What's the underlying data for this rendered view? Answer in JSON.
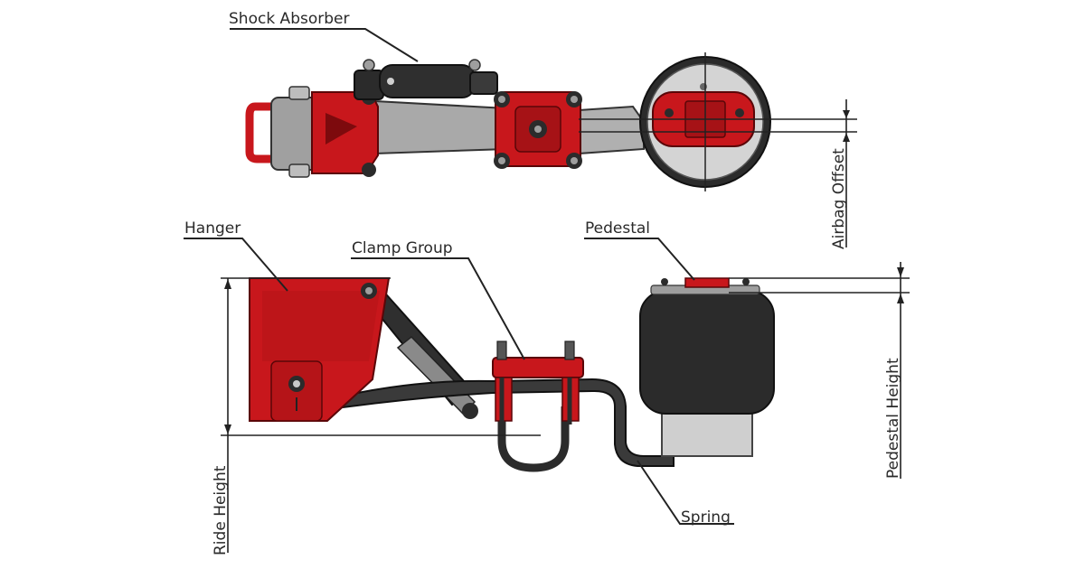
{
  "labels": {
    "shock_absorber": "Shock Absorber",
    "hanger": "Hanger",
    "clamp_group": "Clamp Group",
    "pedestal": "Pedestal",
    "spring": "Spring",
    "airbag_offset": "Airbag Offset",
    "pedestal_height": "Pedestal Height",
    "ride_height": "Ride Height"
  },
  "colors": {
    "red_part": "#c8171c",
    "dark_red": "#7d0a0d",
    "rubber": "#2b2b2b",
    "grey_metal": "#a9a9a9",
    "light_grey": "#d4d4d4",
    "line": "#222222"
  }
}
